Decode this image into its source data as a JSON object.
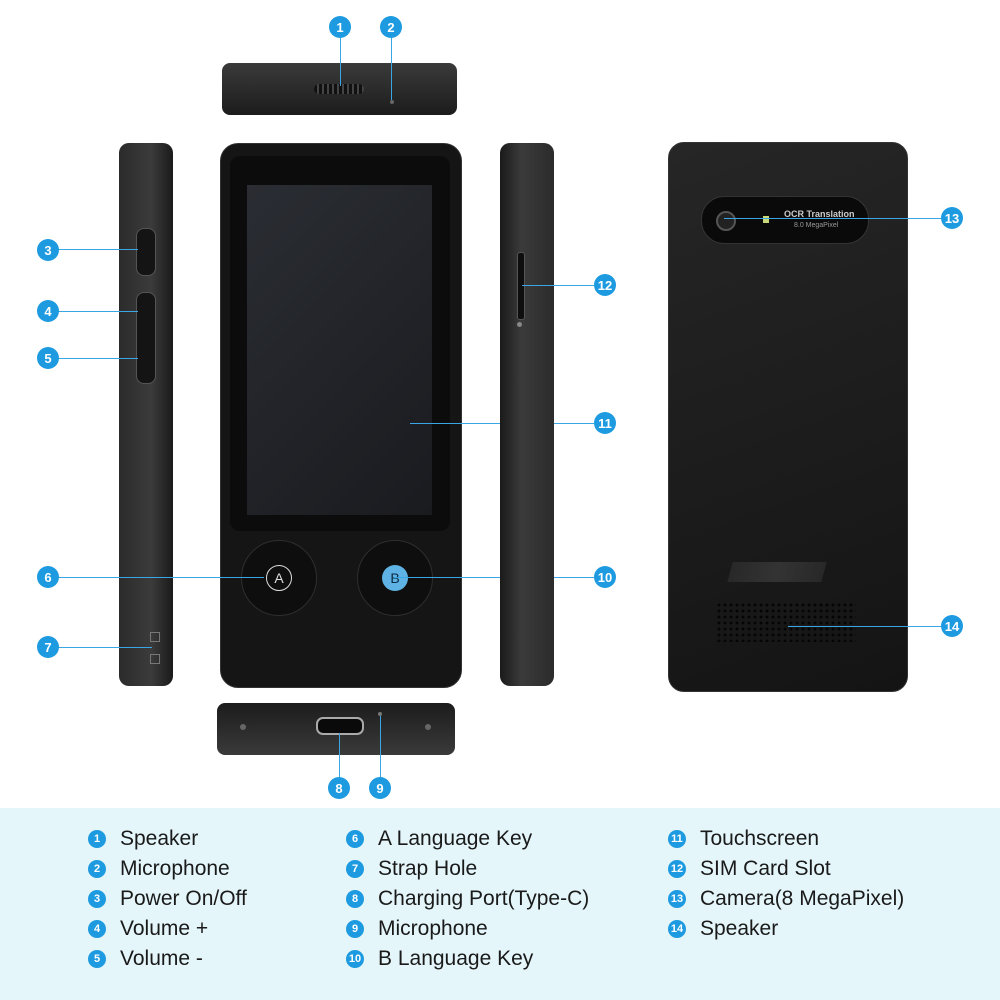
{
  "callout_numbers": [
    "1",
    "2",
    "3",
    "4",
    "5",
    "6",
    "7",
    "8",
    "9",
    "10",
    "11",
    "12",
    "13",
    "14"
  ],
  "key_a_label": "A",
  "key_b_label": "B",
  "camera_text": "OCR Translation",
  "camera_subtext": "8.0 MegaPixel",
  "legend": {
    "col1": [
      {
        "num": "1",
        "label": "Speaker"
      },
      {
        "num": "2",
        "label": "Microphone"
      },
      {
        "num": "3",
        "label": "Power On/Off"
      },
      {
        "num": "4",
        "label": "Volume +"
      },
      {
        "num": "5",
        "label": "Volume -"
      }
    ],
    "col2": [
      {
        "num": "6",
        "label": "A Language Key"
      },
      {
        "num": "7",
        "label": "Strap Hole"
      },
      {
        "num": "8",
        "label": "Charging Port(Type-C)"
      },
      {
        "num": "9",
        "label": "Microphone"
      },
      {
        "num": "10",
        "label": "B Language Key"
      }
    ],
    "col3": [
      {
        "num": "11",
        "label": "Touchscreen"
      },
      {
        "num": "12",
        "label": "SIM Card Slot"
      },
      {
        "num": "13",
        "label": "Camera(8 MegaPixel)"
      },
      {
        "num": "14",
        "label": "Speaker"
      }
    ]
  },
  "colors": {
    "accent": "#1e9be0",
    "legend_bg": "#e4f6fa",
    "device": "#222222"
  }
}
